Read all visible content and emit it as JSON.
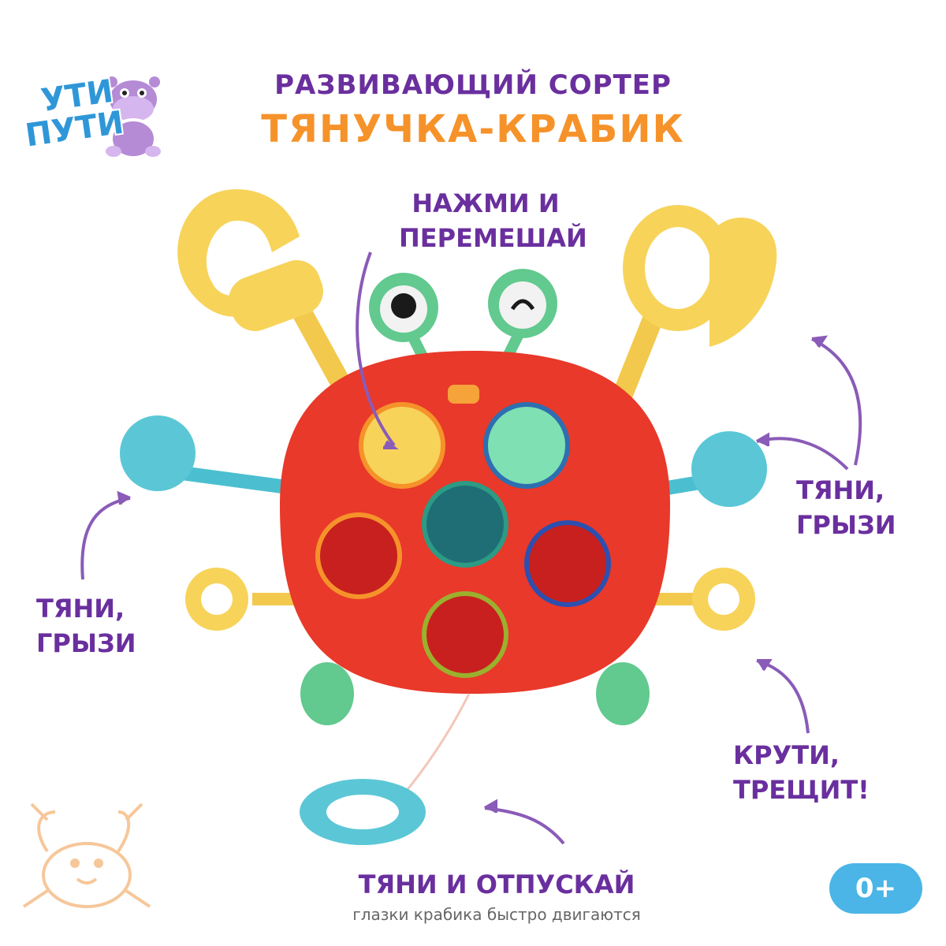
{
  "brand": {
    "logo_text_line1": "УТИ",
    "logo_text_line2": "ПУТИ",
    "mascot_icon": "hippo-mascot-icon"
  },
  "title": {
    "line1": "РАЗВИВАЮЩИЙ СОРТЕР",
    "line2": "ТЯНУЧКА-КРАБИК"
  },
  "callouts": {
    "press": {
      "line1": "НАЖМИ И",
      "line2": "ПЕРЕМЕШАЙ"
    },
    "pull_right": {
      "line1": "ТЯНИ,",
      "line2": "ГРЫЗИ"
    },
    "pull_left": {
      "line1": "ТЯНИ,",
      "line2": "ГРЫЗИ"
    },
    "twist": {
      "line1": "КРУТИ,",
      "line2": "ТРЕЩИТ!"
    },
    "pull_release": {
      "title": "ТЯНИ И ОТПУСКАЙ",
      "subtitle": "глазки крабика быстро двигаются"
    }
  },
  "age_badge": "0+",
  "colors": {
    "purple": "#6a2f9e",
    "orange": "#f6922a",
    "crab_body": "#e8392a",
    "yellow": "#f7d35a",
    "teal": "#4bbfd0",
    "green": "#62c98f",
    "badge_blue": "#4ab5e6"
  }
}
